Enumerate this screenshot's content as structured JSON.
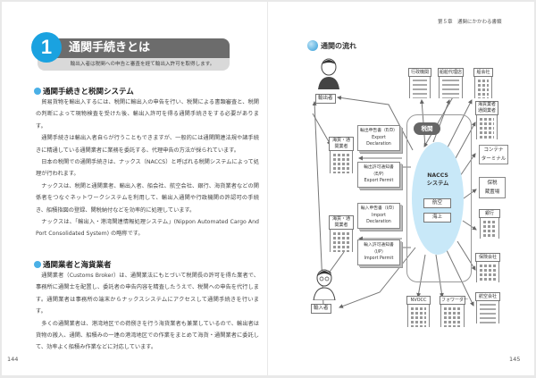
{
  "left_page": {
    "section_number": "1",
    "title": "通関手続きとは",
    "subtitle": "輸出入者は税関への申告と審査を経て輸出入許可を取得します。",
    "sections": [
      {
        "heading": "通関手続きと税関システム",
        "paragraphs": [
          "貿易貨物を輸出入するには、税関に輸出入の申告を行い、税関による書類審査と、税関の判断によって現物検査を受けた後、輸出入許可を得る通関手続きをする必要があります。",
          "通関手続きは輸出入者自らが行うこともできますが、一般的には通関関連法規や諸手続きに精通している通関業者に業務を委託する、代理申告の方法が採られています。",
          "日本の税関での通関手続きは、ナックス（NACCS）と呼ばれる税関システムによって処理が行われます。",
          "ナックスは、税関と通関業者、輸出入者、船会社、航空会社、銀行、海貨業者などの関係者をつなぐネットワークシステムを利用して、輸出入通関や行政機関の許認可の手続き、船積指図の登録、関税納付などを効率的に処理しています。",
          "ナックスは、「輸出入・港湾関連情報処理システム」(Nippon Automated Cargo And Port Consolidated System) の略称です。"
        ]
      },
      {
        "heading": "通関業者と海貨業者",
        "paragraphs": [
          "通関業者（Customs Broker）は、通関業法にもとづいて税関長の許可を得た業者で、事務所に通関士を配置し、委託者の申告内容を精査したうえで、税関への申告を代行します。通関業者は事務所の端末からナックスシステムにアクセスして通関手続きを行います。",
          "多くの通関業者は、港湾地区での荷捌きを行う海貨業者も兼業しているので、輸出者は貨物の搬入、通関、船積みの一連の港湾地区での作業をまとめて海貨・通関業者に委託して、効率よく船積み作業などに対応しています。"
        ]
      }
    ],
    "page_number": "144"
  },
  "right_page": {
    "chapter": "第５章　通関にかかわる書類",
    "diagram_title": "通関の流れ",
    "exporter": "輸出者",
    "importer": "輸入者",
    "broker": "海貨・通関業者",
    "customs": "税関",
    "naccs": "NACCS",
    "naccs_sub": "システム",
    "naccs_modes": [
      "航空",
      "海上"
    ],
    "documents": [
      [
        "輸出申告書（E/D）",
        "Export",
        "Declaration"
      ],
      [
        "輸出許可通知書",
        "（E/P）",
        "Export Permit"
      ],
      [
        "輸入申告書（I/D）",
        "Import",
        "Declaration"
      ],
      [
        "輸入許可通知書",
        "（I/P）",
        "Import Permit"
      ]
    ],
    "buildings": {
      "gov": "行政機関",
      "agent": "船舶代理店",
      "shipping": "船会社",
      "forwarder_broker": "海貨業者",
      "forwarder_broker2": "通関業者",
      "bank": "銀行",
      "insurance": "保険会社",
      "airline": "航空会社",
      "nvocc": "NVOCC",
      "forwarder": "フォワーダー"
    },
    "boxes": {
      "container1": "コンテナ",
      "container2": "ターミナル",
      "bonded1": "保税",
      "bonded2": "蔵置場"
    },
    "page_number": "145"
  }
}
